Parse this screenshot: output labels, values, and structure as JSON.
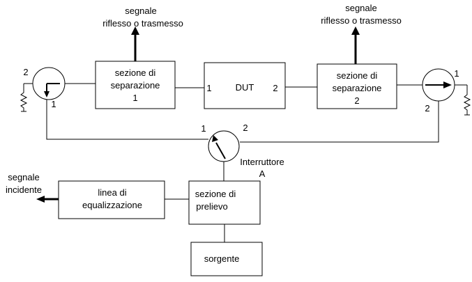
{
  "diagram": {
    "top_left_signal": [
      "segnale",
      "riflesso o trasmesso"
    ],
    "top_right_signal": [
      "segnale",
      "riflesso o trasmesso"
    ],
    "separation_1": [
      "sezione di",
      "separazione",
      "1"
    ],
    "dut": "DUT",
    "dut_port_1": "1",
    "dut_port_2": "2",
    "separation_2": [
      "sezione di",
      "separazione",
      "2"
    ],
    "coupler_left": {
      "port_top": "2",
      "port_bottom": "1"
    },
    "coupler_right": {
      "port_top": "1",
      "port_bottom": "2"
    },
    "switch": {
      "port_left": "1",
      "port_right": "2",
      "label": [
        "Interruttore",
        "A"
      ]
    },
    "incident_signal": [
      "segnale",
      "incidente"
    ],
    "equalization": [
      "linea di",
      "equalizzazione"
    ],
    "sampling": [
      "sezione di",
      "prelievo"
    ],
    "source": "sorgente"
  }
}
